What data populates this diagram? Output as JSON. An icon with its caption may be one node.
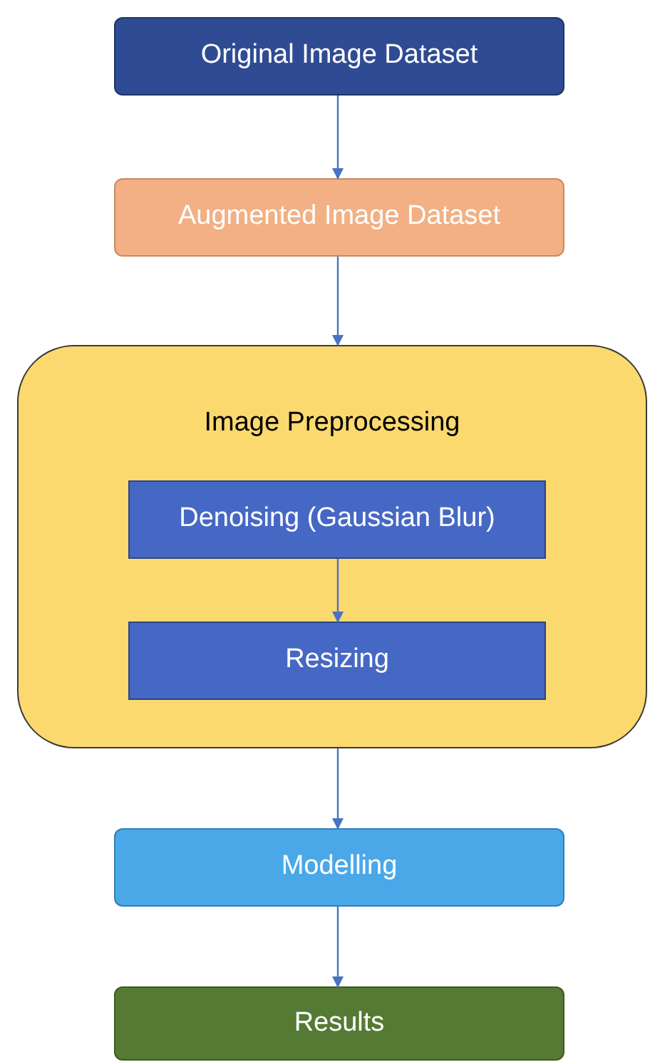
{
  "diagram": {
    "nodes": [
      {
        "text": [
          "Original Image Dataset"
        ]
      },
      {
        "text": [
          "Augmented Image Dataset"
        ]
      },
      {
        "text": [
          "Image Preprocessing"
        ]
      },
      {
        "text": [
          "Denoising (Gaussian Blur)"
        ],
        "in": 2
      },
      {
        "text": [
          "Resizing"
        ],
        "in": 2
      },
      {
        "text": [
          "Modelling"
        ]
      },
      {
        "text": [
          "Results"
        ]
      }
    ],
    "edges": [
      {
        "from": 0,
        "to": 1,
        "arrow": "to"
      },
      {
        "from": 1,
        "to": 2,
        "arrow": "to"
      },
      {
        "from": 3,
        "to": 4,
        "arrow": "to"
      },
      {
        "from": 2,
        "to": 5,
        "arrow": "to"
      },
      {
        "from": 5,
        "to": 6,
        "arrow": "to"
      }
    ]
  }
}
